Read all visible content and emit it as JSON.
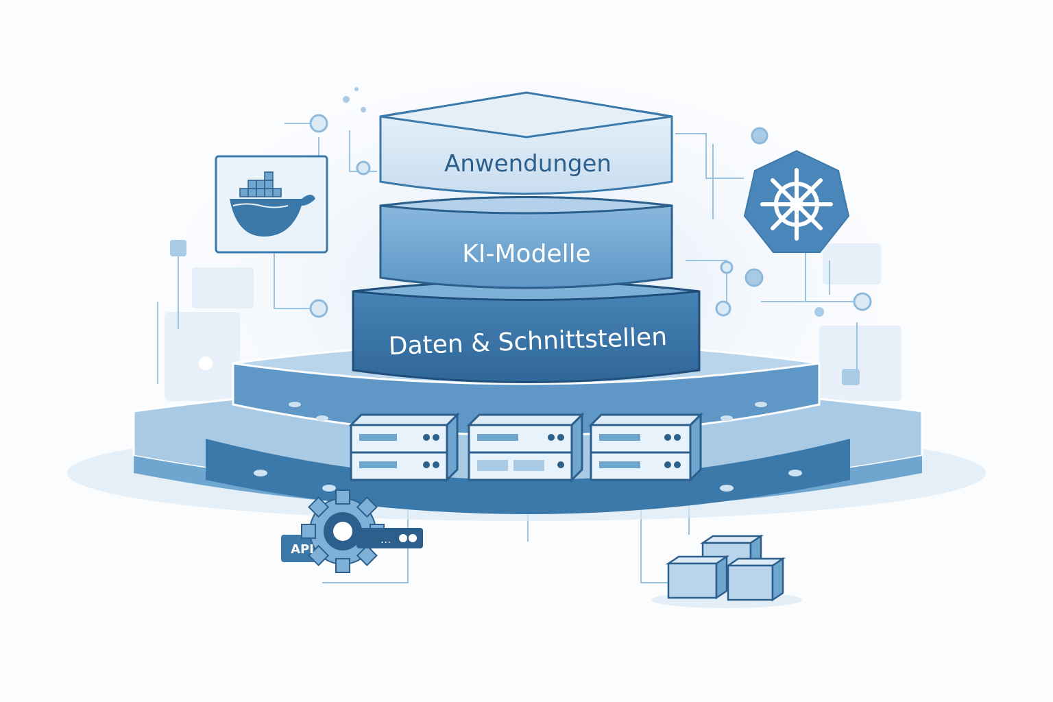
{
  "layers": [
    {
      "label": "Anwendungen"
    },
    {
      "label": "KI-Modelle"
    },
    {
      "label": "Daten & Schnittstellen"
    }
  ],
  "api_badge": {
    "label": "API"
  },
  "icons": [
    "docker-whale-icon",
    "kubernetes-helm-icon",
    "api-gear-icon",
    "server-icon",
    "cubes-icon"
  ],
  "colors": {
    "light": "#cfe2f1",
    "mid": "#6fa6cf",
    "dark": "#3c79ab",
    "deep": "#2c5f8c",
    "line": "#9cc3e0"
  }
}
